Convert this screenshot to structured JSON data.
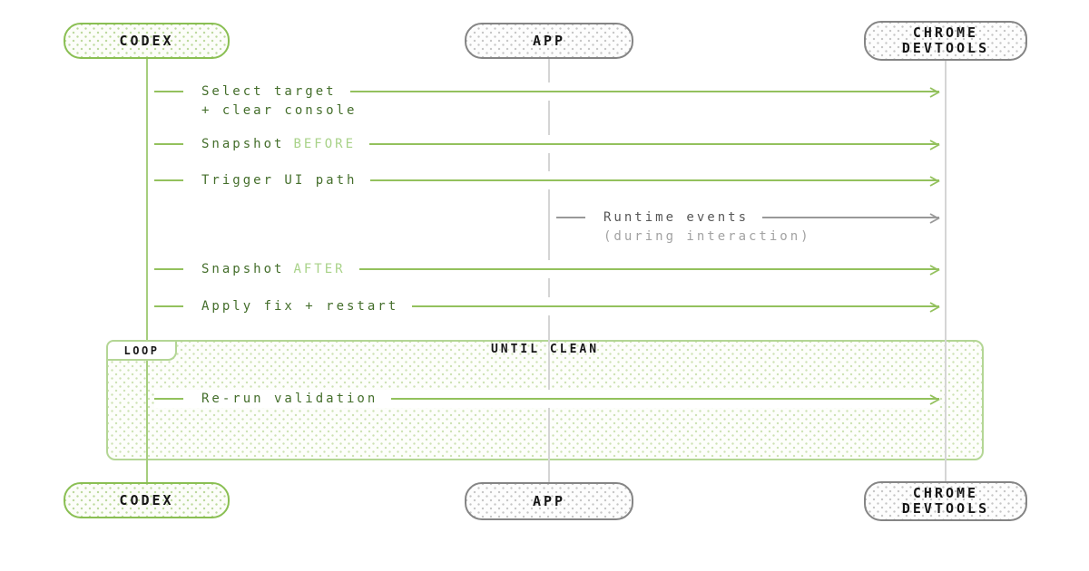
{
  "diagram_type": "sequence",
  "colors": {
    "arrow_green": "#93c15d",
    "text_green_dark": "#446e2b",
    "text_green_light": "#a8d288",
    "arrow_gray": "#999999",
    "text_gray_dark": "#565656",
    "text_gray_light": "#a2a2a2",
    "actor_border_green": "#8abf53",
    "actor_border_gray": "#858585",
    "loop_border_green": "#b4d695",
    "actor_text": "#161616"
  },
  "actors": [
    {
      "id": "codex",
      "label": "CODEX"
    },
    {
      "id": "app",
      "label": "APP"
    },
    {
      "id": "devtools",
      "label_line1": "CHROME",
      "label_line2": "DEVTOOLS"
    }
  ],
  "messages": [
    {
      "from": "CODEX",
      "to": "CHROME DEVTOOLS",
      "text": "Select target",
      "text2": "+ clear console"
    },
    {
      "from": "CODEX",
      "to": "CHROME DEVTOOLS",
      "text": "Snapshot",
      "highlight": "BEFORE"
    },
    {
      "from": "CODEX",
      "to": "CHROME DEVTOOLS",
      "text": "Trigger UI path"
    },
    {
      "from": "APP",
      "to": "CHROME DEVTOOLS",
      "text": "Runtime events",
      "text2": "(during interaction)"
    },
    {
      "from": "CODEX",
      "to": "CHROME DEVTOOLS",
      "text": "Snapshot",
      "highlight": "AFTER"
    },
    {
      "from": "CODEX",
      "to": "CHROME DEVTOOLS",
      "text": "Apply fix + restart"
    },
    {
      "from": "CODEX",
      "to": "CHROME DEVTOOLS",
      "text": "Re-run validation",
      "inside_loop": true
    }
  ],
  "loop": {
    "tab": "LOOP",
    "condition": "UNTIL CLEAN"
  }
}
